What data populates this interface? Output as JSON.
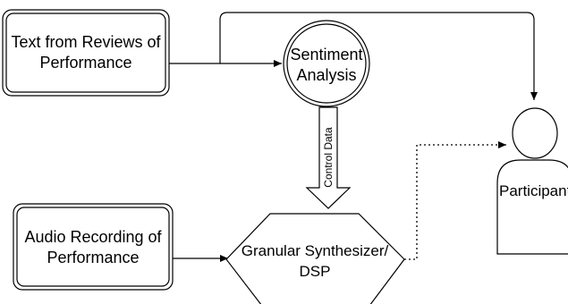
{
  "nodes": {
    "reviews_line1": "Text from Reviews of",
    "reviews_line2": "Performance",
    "sentiment_line1": "Sentiment",
    "sentiment_line2": "Analysis",
    "audio_line1": "Audio Recording of",
    "audio_line2": "Performance",
    "synth_line1": "Granular Synthesizer/",
    "synth_line2": "DSP",
    "participant": "Participant"
  },
  "edges": {
    "control_label": "Control Data"
  },
  "colors": {
    "stroke": "#000000",
    "fill": "#ffffff",
    "text": "#000000"
  }
}
